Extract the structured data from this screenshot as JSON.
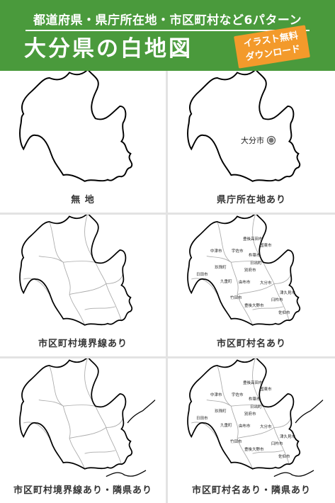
{
  "header": {
    "subtitle": "都道府県・県庁所在地・市区町村など6パターン",
    "title": "大分県の白地図",
    "badge_line1": "イラスト無料",
    "badge_line2": "ダウンロード"
  },
  "panels": [
    {
      "caption": "無 地"
    },
    {
      "caption": "県庁所在地あり"
    },
    {
      "caption": "市区町村境界線あり"
    },
    {
      "caption": "市区町村名あり"
    },
    {
      "caption": "市区町村境界線あり・隣県あり"
    },
    {
      "caption": "市区町村名あり・隣県あり"
    }
  ],
  "capital": {
    "label": "大分市"
  },
  "city_labels": [
    "豊後高田市",
    "国東市",
    "中津市",
    "宇佐市",
    "杵築市",
    "日出町",
    "日田市",
    "玖珠町",
    "別府市",
    "九重町",
    "由布市",
    "大分市",
    "竹田市",
    "豊後大野市",
    "津久見市",
    "臼杵市",
    "佐伯市"
  ],
  "colors": {
    "header": "#4a9a3c",
    "badge": "#f39a2b",
    "divider": "#e3e3e3"
  }
}
